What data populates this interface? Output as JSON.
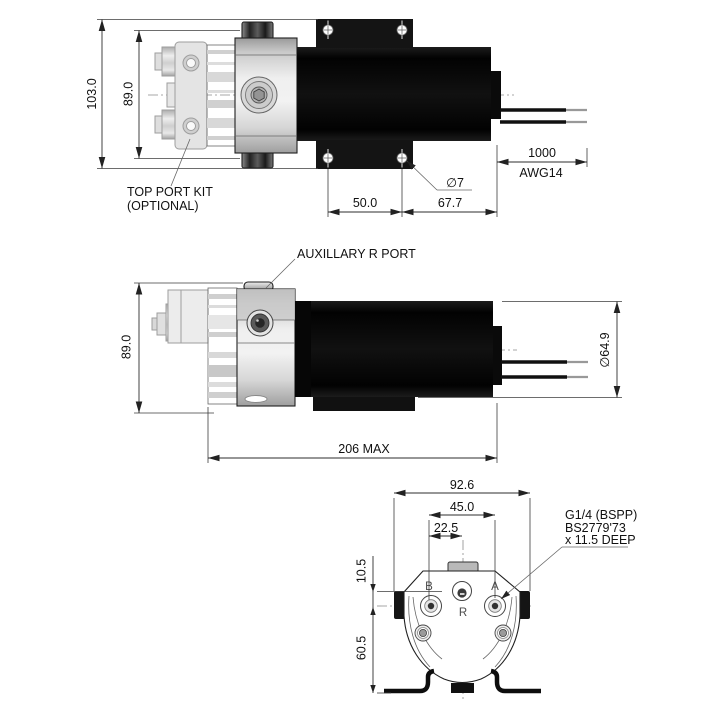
{
  "views": {
    "top": {
      "dim_overall_height": "103.0",
      "dim_pump_height": "89.0",
      "dim_hole_pitch": "50.0",
      "dim_hole_to_motor_end": "67.7",
      "dim_mount_hole_dia": "∅7",
      "dim_lead_length": "1000",
      "label_lead_gauge": "AWG14",
      "label_port_kit_line1": "TOP PORT KIT",
      "label_port_kit_line2": "(OPTIONAL)"
    },
    "side": {
      "dim_pump_height": "89.0",
      "dim_motor_dia": "∅64.9",
      "dim_overall_length": "206 MAX",
      "label_aux_port": "AUXILLARY R PORT"
    },
    "end": {
      "dim_overall_width": "92.6",
      "dim_port_pitch": "45.0",
      "dim_port_half_pitch": "22.5",
      "dim_top_offset": "10.5",
      "dim_bottom_offset": "60.5",
      "label_port_b": "B",
      "label_port_a": "A",
      "label_port_r": "R",
      "label_port_spec_line1": "G1/4 (BSPP)",
      "label_port_spec_line2": "BS2779'73",
      "label_port_spec_line3": "x 11.5 DEEP"
    }
  }
}
